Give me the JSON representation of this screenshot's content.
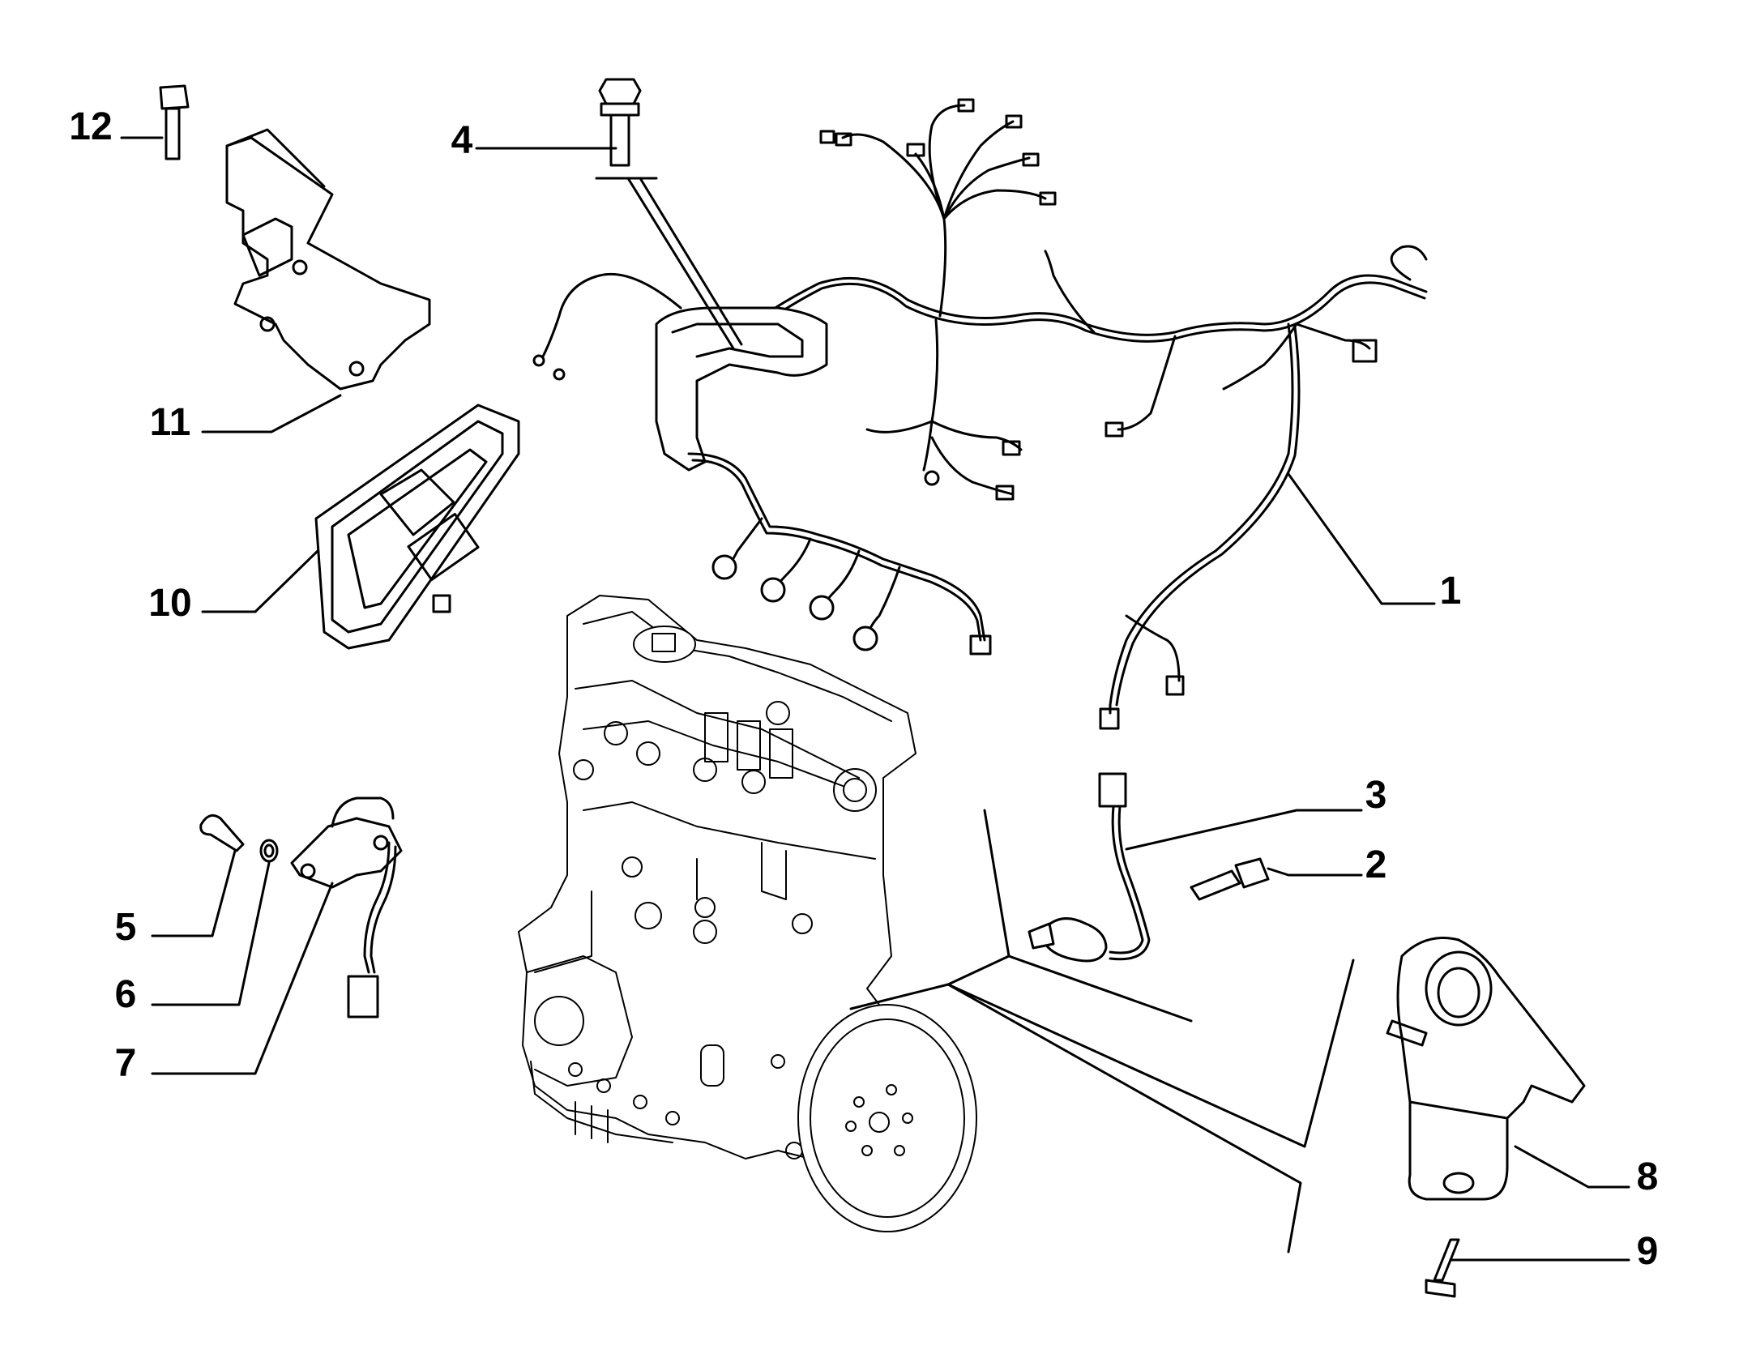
{
  "diagram": {
    "line_color": "#000000",
    "fill_color": "#ffffff",
    "callouts": [
      {
        "id": "c1",
        "label": "1"
      },
      {
        "id": "c2",
        "label": "2"
      },
      {
        "id": "c3",
        "label": "3"
      },
      {
        "id": "c4",
        "label": "4"
      },
      {
        "id": "c5",
        "label": "5"
      },
      {
        "id": "c6",
        "label": "6"
      },
      {
        "id": "c7",
        "label": "7"
      },
      {
        "id": "c8",
        "label": "8"
      },
      {
        "id": "c9",
        "label": "9"
      },
      {
        "id": "c10",
        "label": "10"
      },
      {
        "id": "c11",
        "label": "11"
      },
      {
        "id": "c12",
        "label": "12"
      }
    ]
  }
}
